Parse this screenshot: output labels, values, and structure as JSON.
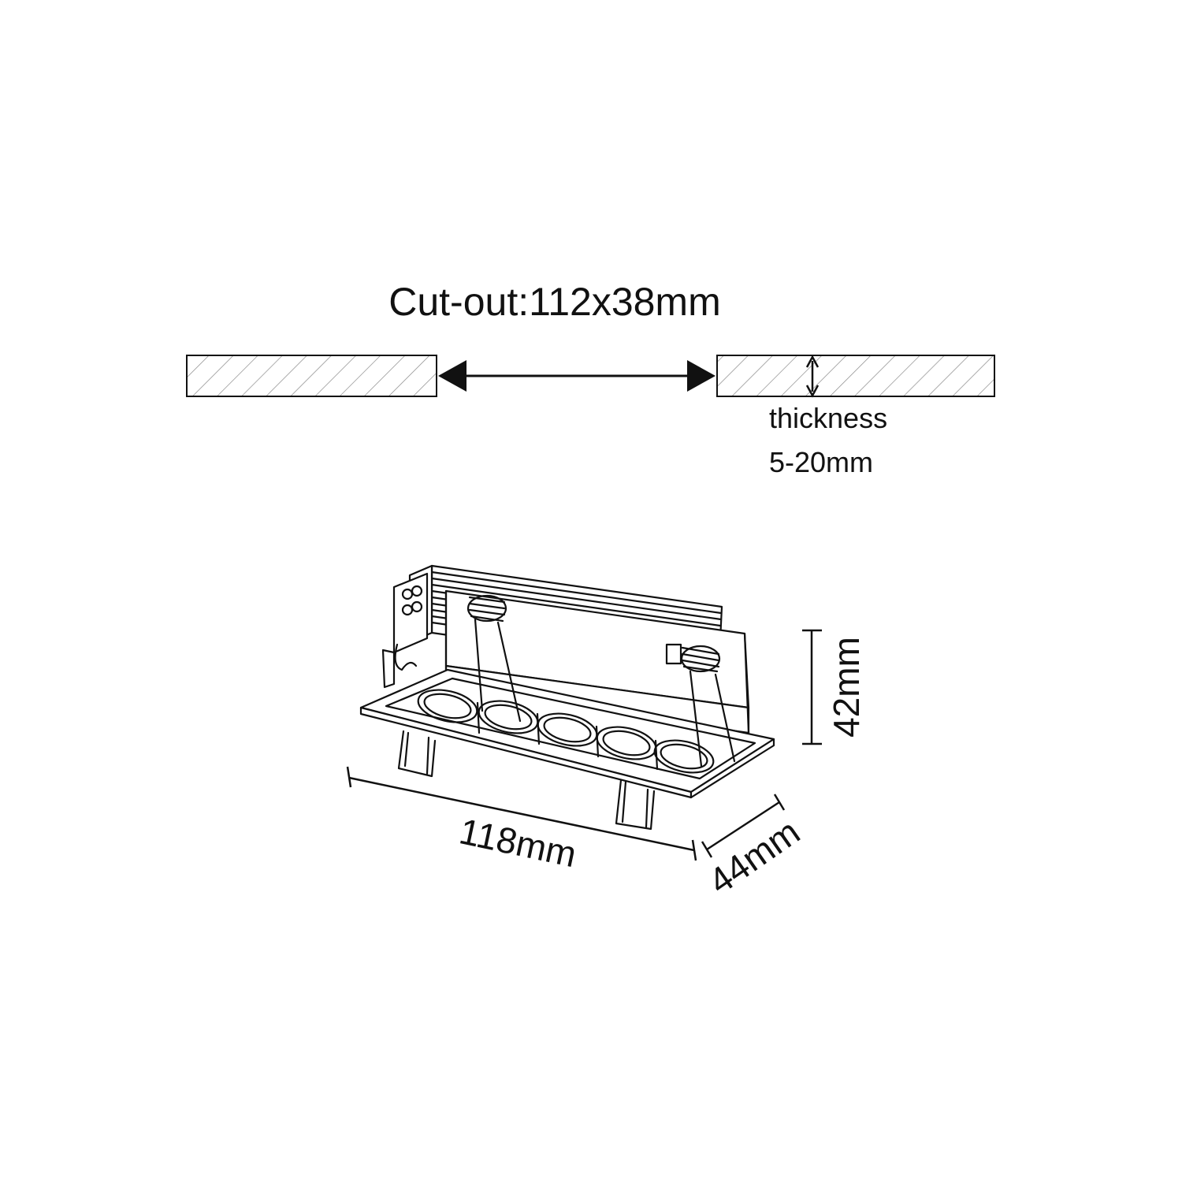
{
  "cutout": {
    "label": "Cut-out:112x38mm"
  },
  "thickness": {
    "line1": "thickness",
    "line2": "5-20mm"
  },
  "dimensions": {
    "height": "42mm",
    "length": "118mm",
    "width": "44mm"
  },
  "fixture": {
    "lens_count": 5
  },
  "colors": {
    "line": "#111111",
    "hatch": "#777777",
    "background": "#ffffff"
  }
}
